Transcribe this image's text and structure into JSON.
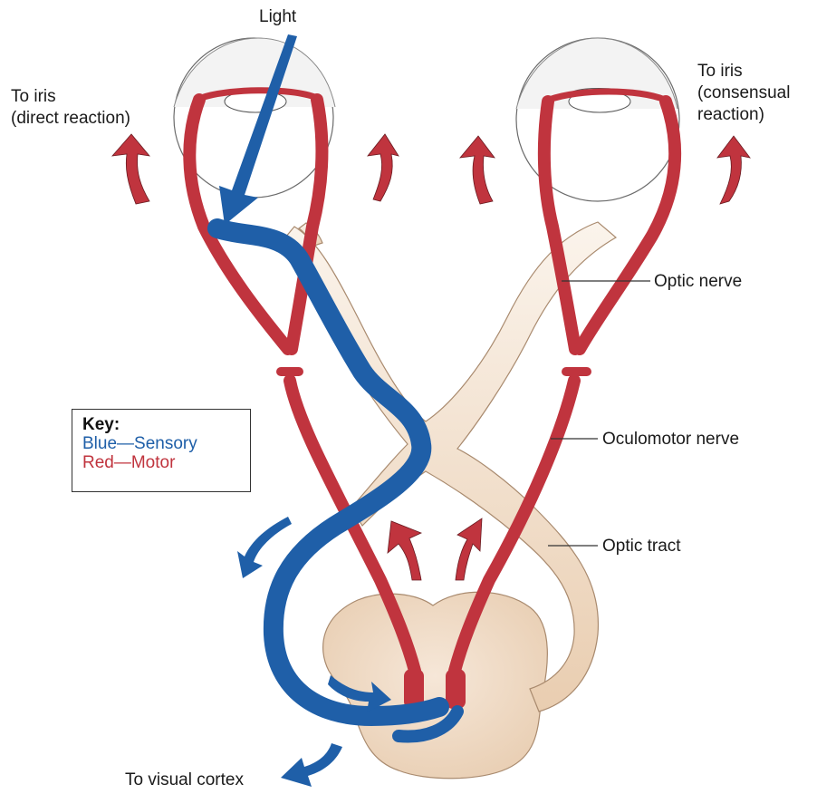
{
  "labels": {
    "light": "Light",
    "iris_left_1": "To iris",
    "iris_left_2": "(direct reaction)",
    "iris_right_1": "To iris",
    "iris_right_2": "(consensual",
    "iris_right_3": "reaction)",
    "optic_nerve": "Optic nerve",
    "oculomotor_nerve": "Oculomotor nerve",
    "optic_tract": "Optic tract",
    "visual_cortex": "To visual cortex"
  },
  "key": {
    "title": "Key:",
    "sensory": "Blue—Sensory",
    "motor": "Red—Motor"
  },
  "colors": {
    "sensory": "#1f5fa8",
    "motor": "#c0343e",
    "optic": "#f1dcc4",
    "midbrain": "#efd6bd"
  }
}
